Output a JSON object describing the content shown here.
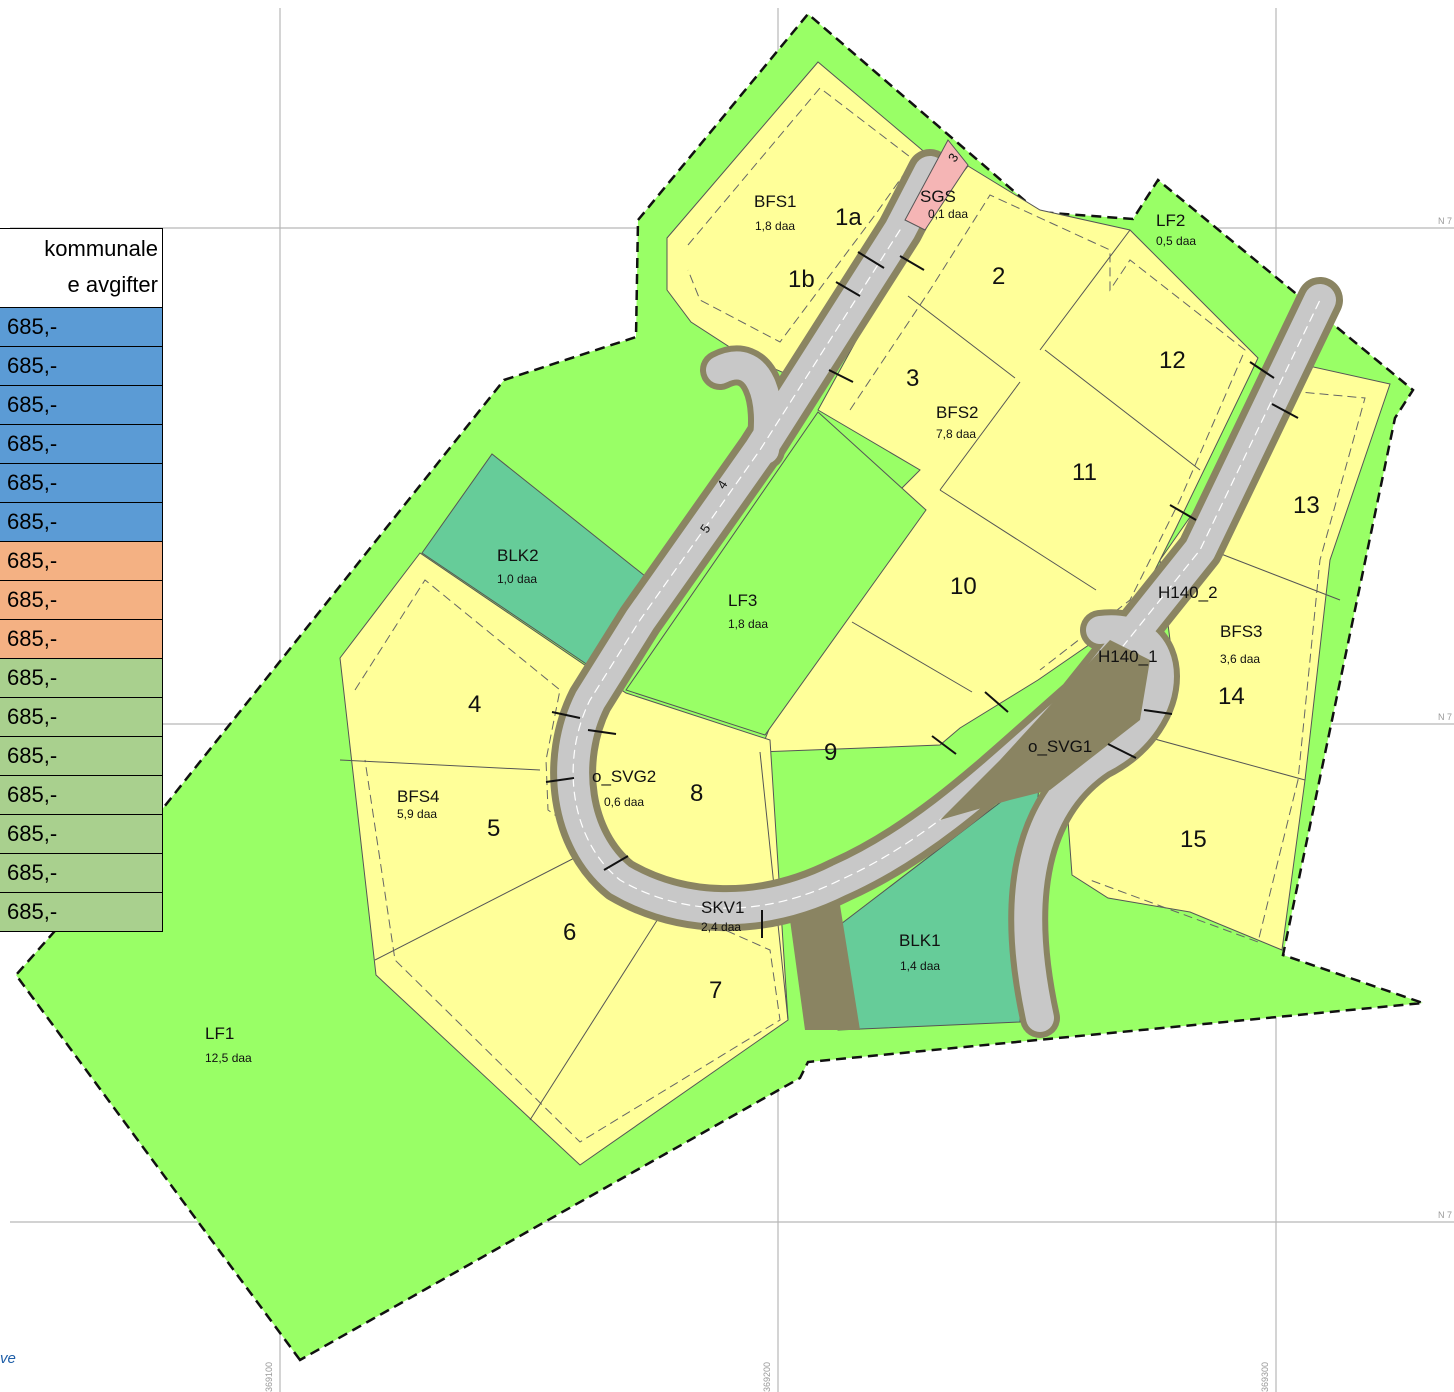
{
  "colors": {
    "open_area": "#99ff66",
    "residential": "#ffff99",
    "green_block": "#66cc99",
    "road": "#c8c8c8",
    "road_edge": "#8a8462",
    "footpath": "#f5b5b5",
    "fee_blue": "#5b9bd5",
    "fee_orange": "#f4b183",
    "fee_green": "#a9d08e"
  },
  "fee_table": {
    "header_line1": "kommunale",
    "header_line2": "e avgifter",
    "rows": [
      {
        "value": "685,-",
        "group": "blue"
      },
      {
        "value": "685,-",
        "group": "blue"
      },
      {
        "value": "685,-",
        "group": "blue"
      },
      {
        "value": "685,-",
        "group": "blue"
      },
      {
        "value": "685,-",
        "group": "blue"
      },
      {
        "value": "685,-",
        "group": "blue"
      },
      {
        "value": "685,-",
        "group": "orange"
      },
      {
        "value": "685,-",
        "group": "orange"
      },
      {
        "value": "685,-",
        "group": "orange"
      },
      {
        "value": "685,-",
        "group": "green"
      },
      {
        "value": "685,-",
        "group": "green"
      },
      {
        "value": "685,-",
        "group": "green"
      },
      {
        "value": "685,-",
        "group": "green"
      },
      {
        "value": "685,-",
        "group": "green"
      },
      {
        "value": "685,-",
        "group": "green"
      },
      {
        "value": "685,-",
        "group": "green"
      }
    ]
  },
  "zones": {
    "bfs1": {
      "name": "BFS1",
      "area": "1,8 daa"
    },
    "sgs": {
      "name": "SGS",
      "area": "0,1 daa"
    },
    "lf2": {
      "name": "LF2",
      "area": "0,5 daa"
    },
    "bfs2": {
      "name": "BFS2",
      "area": "7,8 daa"
    },
    "blk2": {
      "name": "BLK2",
      "area": "1,0 daa"
    },
    "lf3": {
      "name": "LF3",
      "area": "1,8 daa"
    },
    "h140_2": {
      "name": "H140_2"
    },
    "h140_1": {
      "name": "H140_1"
    },
    "bfs3": {
      "name": "BFS3",
      "area": "3,6 daa"
    },
    "o_svg1": {
      "name": "o_SVG1"
    },
    "o_svg2": {
      "name": "o_SVG2",
      "area": "0,6 daa"
    },
    "bfs4": {
      "name": "BFS4",
      "area": "5,9 daa"
    },
    "skv1": {
      "name": "SKV1",
      "area": "2,4 daa"
    },
    "blk1": {
      "name": "BLK1",
      "area": "1,4 daa"
    },
    "lf1": {
      "name": "LF1",
      "area": "12,5 daa"
    }
  },
  "plots": [
    "1a",
    "1b",
    "2",
    "3",
    "4",
    "5",
    "6",
    "7",
    "8",
    "9",
    "10",
    "11",
    "12",
    "13",
    "14",
    "15"
  ],
  "road_markers": [
    "3",
    "4",
    "5"
  ],
  "coordinates": {
    "x1": "369100",
    "x2": "369200",
    "x3": "369300",
    "n_label": "N 7"
  },
  "footer_link": "ve"
}
